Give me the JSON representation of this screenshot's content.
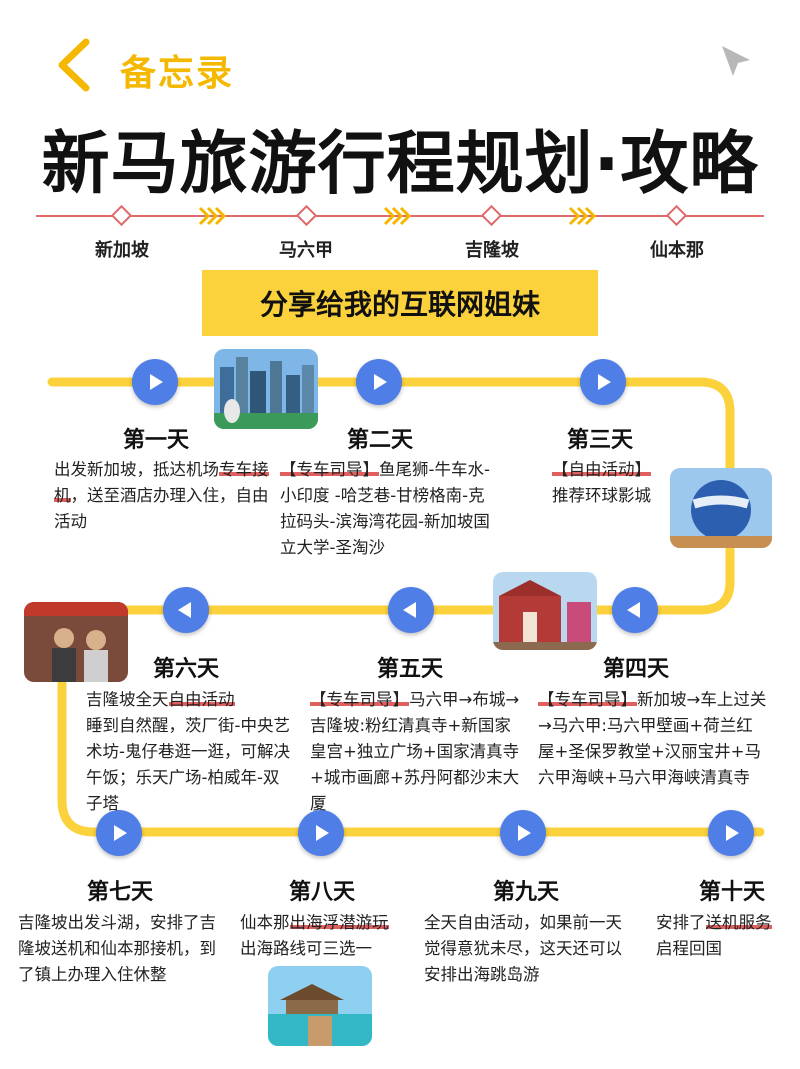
{
  "header": {
    "back_label": "备忘录",
    "title": "新马旅游行程规划·攻略"
  },
  "route": {
    "stops": [
      "新加坡",
      "马六甲",
      "吉隆坡",
      "仙本那"
    ]
  },
  "banner": "分享给我的互联网姐妹",
  "days": [
    {
      "title": "第一天",
      "parts": [
        "出发新加坡，抵达机场",
        "专车接机",
        "，送至酒店办理入住，自由活动"
      ]
    },
    {
      "title": "第二天",
      "parts": [
        "【专车司导】",
        "鱼尾狮-牛车水-小印度 -哈芝巷-甘榜格南-克拉码头-滨海湾花园-新加坡国立大学-圣淘沙"
      ]
    },
    {
      "title": "第三天",
      "parts": [
        "【自由活动】",
        "推荐环球影城"
      ]
    },
    {
      "title": "第四天",
      "parts": [
        "【专车司导】",
        "新加坡→车上过关→马六甲:马六甲壁画+荷兰红屋+圣保罗教堂+汉丽宝井+马六甲海峡+马六甲海峡清真寺"
      ]
    },
    {
      "title": "第五天",
      "parts": [
        "【专车司导】",
        "马六甲→布城→吉隆坡:粉红清真寺+新国家皇宫+独立广场+国家清真寺+城市画廊+苏丹阿都沙末大厦"
      ]
    },
    {
      "title": "第六天",
      "parts": [
        "吉隆坡全天",
        "自由活动",
        "睡到自然醒，茨厂街-中央艺术坊-鬼仔巷逛一逛，可解决午饭；乐天广场-柏威年-双子塔"
      ]
    },
    {
      "title": "第七天",
      "parts": [
        "吉隆坡出发斗湖，安排了吉隆坡送机和仙本那接机，到了镇上办理入住休整"
      ]
    },
    {
      "title": "第八天",
      "parts": [
        "仙本那",
        "出海浮潜游玩",
        "出海路线可三选一"
      ]
    },
    {
      "title": "第九天",
      "parts": [
        "全天自由活动，如果前一天觉得意犹未尽，这天还可以安排出海跳岛游"
      ]
    },
    {
      "title": "第十天",
      "parts": [
        "安排了",
        "送机服务",
        "启程回国"
      ]
    }
  ],
  "colors": {
    "accent": "#f5b800",
    "track": "#fbd13c",
    "play": "#4e7ee6",
    "route_line": "#e06a6a",
    "highlight": "#e06060"
  },
  "icons": [
    "back-chevron-icon",
    "cursor-arrow-icon",
    "play-icon",
    "rewind-icon"
  ]
}
